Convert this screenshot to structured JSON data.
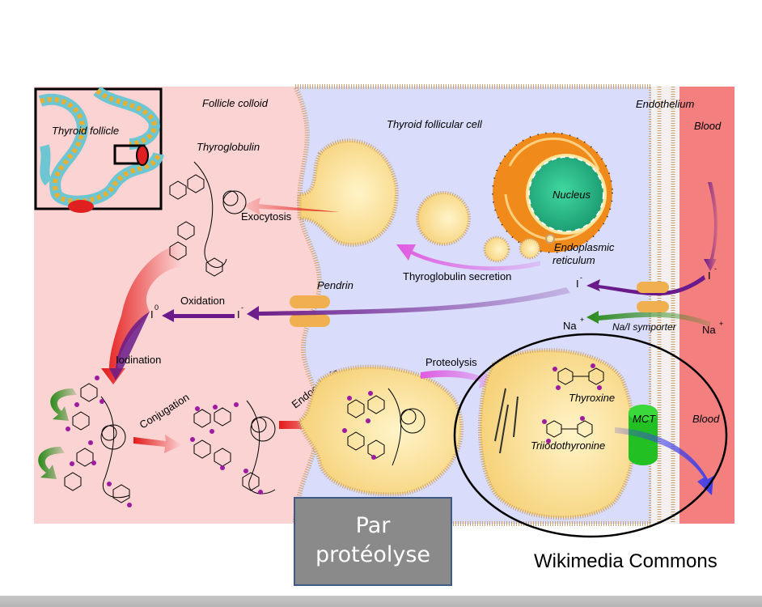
{
  "labels": {
    "follicle_colloid": "Follicle colloid",
    "thyroid_follicle": "Thyroid follicle",
    "thyroglobulin": "Thyroglobulin",
    "thyroid_follicular_cell": "Thyroid follicular cell",
    "endothelium": "Endothelium",
    "blood": "Blood",
    "blood_bottom": "Blood",
    "nucleus": "Nucleus",
    "endoplasmic": "Endoplasmic",
    "reticulum": "reticulum",
    "exocytosis": "Exocytosis",
    "thyroglobulin_secretion": "Thyroglobulin secretion",
    "pendrin": "Pendrin",
    "oxidation": "Oxidation",
    "iodination": "Iodination",
    "iodide_blood": "I",
    "iodide_cell": "I",
    "iodide_colloid": "I",
    "iodine": "I",
    "superscript_minus": "-",
    "superscript_zero": "0",
    "superscript_plus": "+",
    "sodium_cell": "Na",
    "sodium_blood": "Na",
    "symporter": "Na/I symporter",
    "proteolysis": "Proteolysis",
    "conjugation": "Conjugation",
    "endocytosis": "Endocytosis",
    "thyroxine": "Thyroxine",
    "triiodothyronine": "Triiodothyronine",
    "mct": "MCT"
  },
  "caption": {
    "line1": "Par",
    "line2": "protéolyse"
  },
  "credit": "Wikimedia Commons",
  "colors": {
    "colloid": "#fbd3d3",
    "cell": "#d9dcfb",
    "blood": "#f37f7f",
    "vesicle": "#fde6a0",
    "membrane": "#c9a070",
    "nucleus": "#2ec28a",
    "er": "#f08a1a",
    "iodine_dot": "#a01aa0",
    "arrow_red": "#e41a1a",
    "arrow_purple": "#6a1a8a",
    "arrow_green": "#2a8a1a",
    "arrow_magenta": "#e05ae0",
    "arrow_blue": "#4040e8",
    "transporter": "#f0b050",
    "mct_green": "#22c022",
    "caption_bg": "#8a8a8a",
    "caption_border": "#3d5a86"
  }
}
